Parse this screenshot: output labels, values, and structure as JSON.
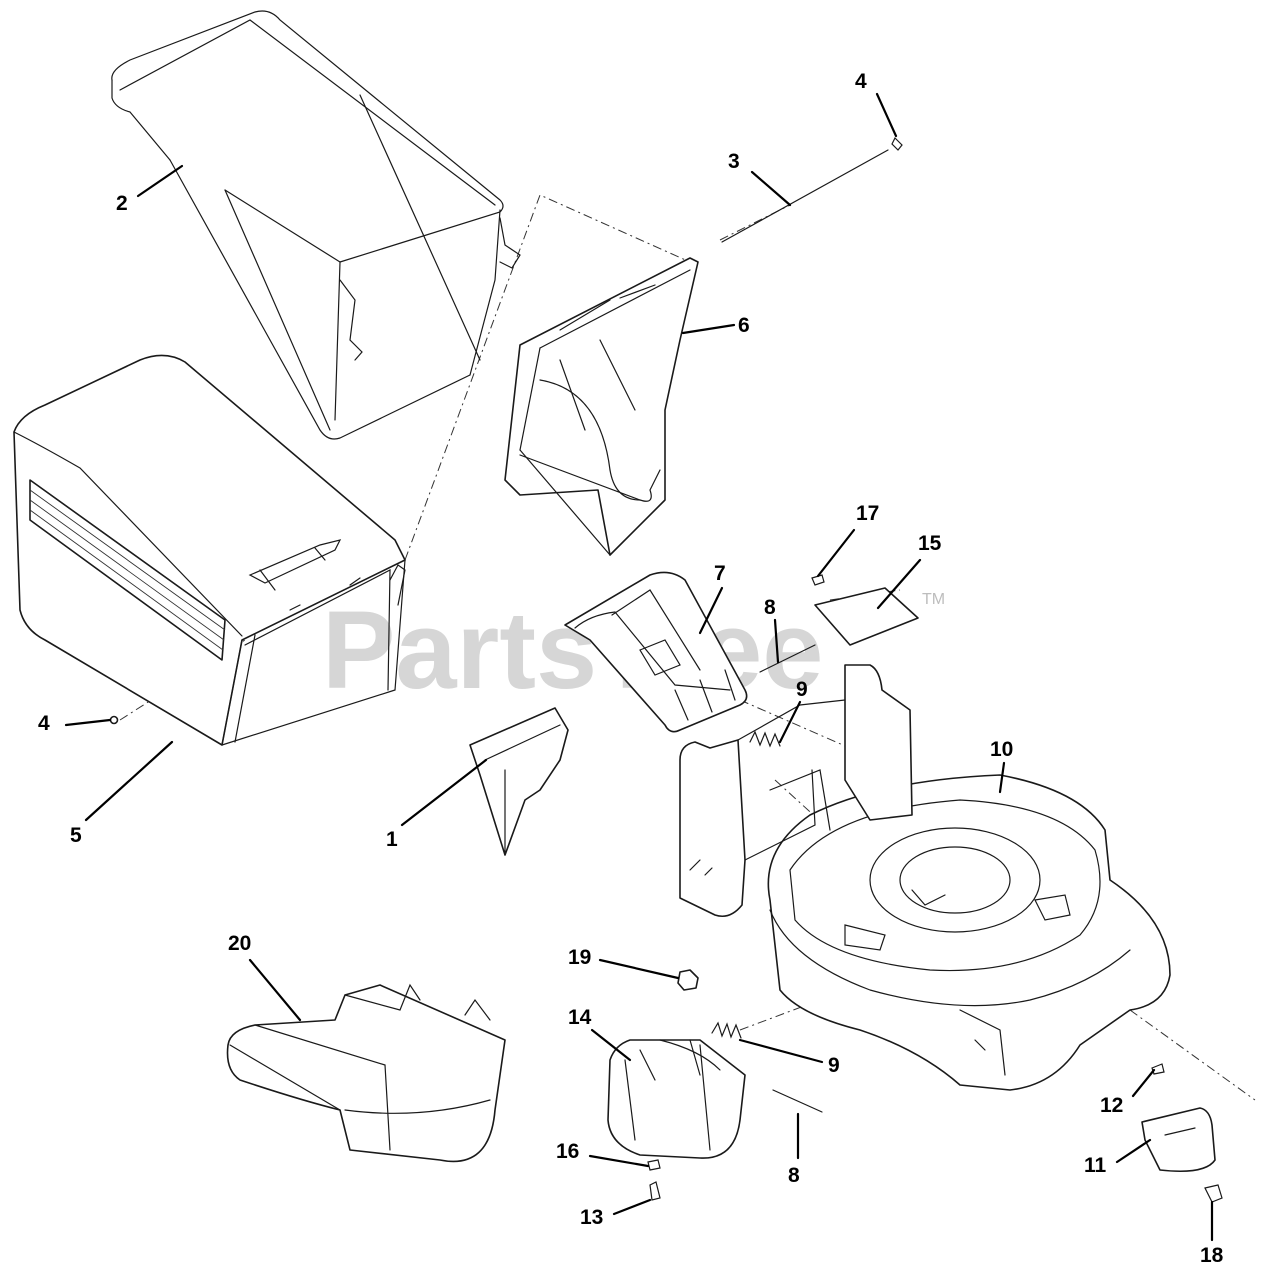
{
  "watermark": {
    "text": "PartsTree",
    "trademark": "TM"
  },
  "callouts": [
    {
      "id": "c-4a",
      "label": "4"
    },
    {
      "id": "c-3",
      "label": "3"
    },
    {
      "id": "c-2",
      "label": "2"
    },
    {
      "id": "c-6",
      "label": "6"
    },
    {
      "id": "c-17",
      "label": "17"
    },
    {
      "id": "c-15",
      "label": "15"
    },
    {
      "id": "c-7",
      "label": "7"
    },
    {
      "id": "c-8a",
      "label": "8"
    },
    {
      "id": "c-9a",
      "label": "9"
    },
    {
      "id": "c-10",
      "label": "10"
    },
    {
      "id": "c-4b",
      "label": "4"
    },
    {
      "id": "c-5",
      "label": "5"
    },
    {
      "id": "c-1",
      "label": "1"
    },
    {
      "id": "c-20",
      "label": "20"
    },
    {
      "id": "c-19",
      "label": "19"
    },
    {
      "id": "c-14",
      "label": "14"
    },
    {
      "id": "c-9b",
      "label": "9"
    },
    {
      "id": "c-12",
      "label": "12"
    },
    {
      "id": "c-11",
      "label": "11"
    },
    {
      "id": "c-16",
      "label": "16"
    },
    {
      "id": "c-8b",
      "label": "8"
    },
    {
      "id": "c-13",
      "label": "13"
    },
    {
      "id": "c-18",
      "label": "18"
    }
  ]
}
